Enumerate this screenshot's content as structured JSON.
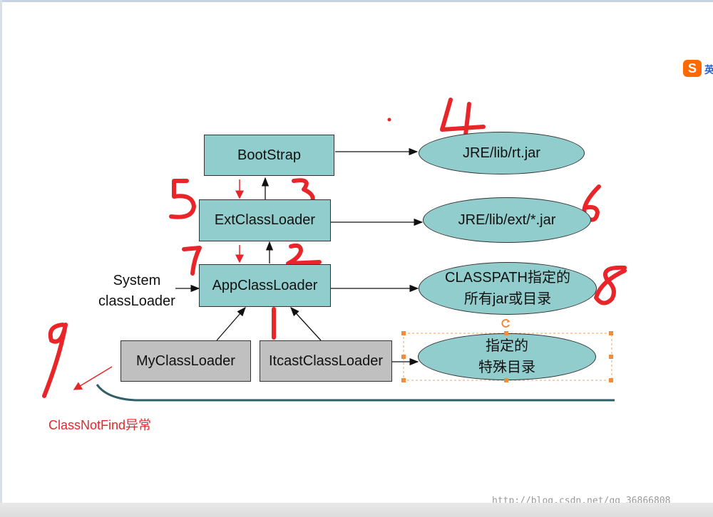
{
  "diagram": {
    "loaders": {
      "bootstrap": "BootStrap",
      "ext": "ExtClassLoader",
      "app": "AppClassLoader",
      "my": "MyClassLoader",
      "itcast": "ItcastClassLoader"
    },
    "paths": {
      "rt": "JRE/lib/rt.jar",
      "ext": "JRE/lib/ext/*.jar",
      "classpath_line1": "CLASSPATH指定的",
      "classpath_line2": "所有jar或目录",
      "special_line1": "指定的",
      "special_line2": "特殊目录"
    },
    "system_label_line1": "System",
    "system_label_line2": "classLoader",
    "exception_label": "ClassNotFind异常"
  },
  "annotations": {
    "numbers": [
      "1",
      "2",
      "3",
      "4",
      "5",
      "6",
      "7",
      "8",
      "9"
    ],
    "color": "#e8262a"
  },
  "watermark": "http://blog.csdn.net/qq_36866808",
  "ime_badge": {
    "icon": "S",
    "label": "英"
  },
  "colors": {
    "node_fill": "#92cdcd",
    "custom_node_fill": "#c0c0c0",
    "annotation": "#e8262a",
    "baseline": "#2f5f66"
  }
}
